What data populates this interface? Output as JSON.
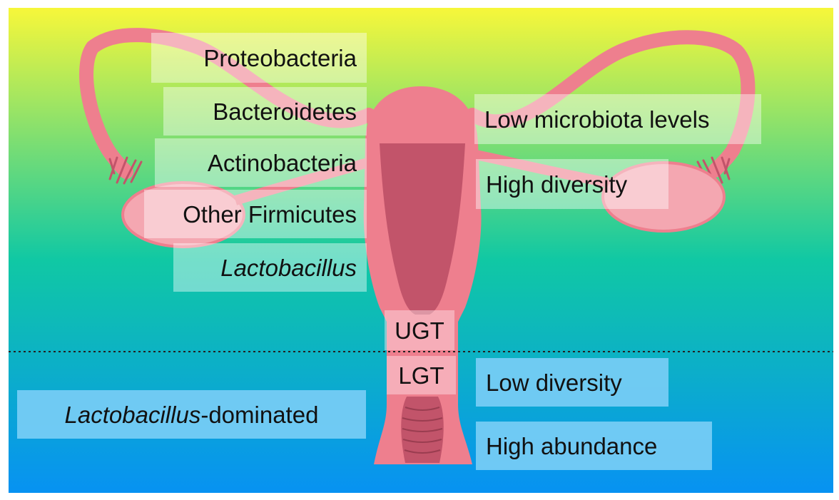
{
  "colors": {
    "gradient_top": "#f7f73a",
    "gradient_mid": "#10c8a4",
    "gradient_bottom": "#0792f2",
    "uterus_fill": "#ee7f8e",
    "uterus_dark": "#c2546a",
    "divider": "#222222",
    "label_blue": "#7fd0f5"
  },
  "upper_tract": {
    "label": "UGT",
    "taxa": [
      {
        "text": "Proteobacteria",
        "italic": false
      },
      {
        "text": "Bacteroidetes",
        "italic": false
      },
      {
        "text": "Actinobacteria",
        "italic": false
      },
      {
        "text": "Other Firmicutes",
        "italic": false
      },
      {
        "text": "Lactobacillus",
        "italic": true
      }
    ],
    "properties": [
      "Low microbiota levels",
      "High diversity"
    ]
  },
  "lower_tract": {
    "label": "LGT",
    "dominant_taxon": {
      "italic_part": "Lactobacillus",
      "rest": "-dominated"
    },
    "properties": [
      "Low diversity",
      "High abundance"
    ]
  }
}
